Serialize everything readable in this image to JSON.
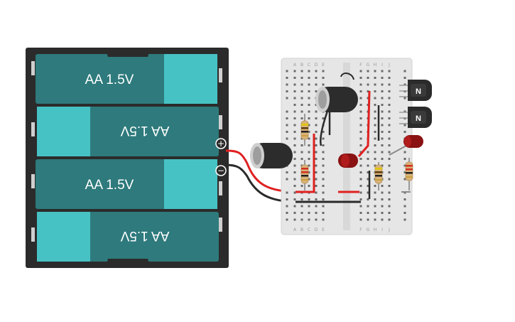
{
  "battery_pack": {
    "cells": [
      {
        "label": "AA 1.5V",
        "orientation": "normal"
      },
      {
        "label": "AA 1.5V",
        "orientation": "flipped"
      },
      {
        "label": "AA 1.5V",
        "orientation": "normal"
      },
      {
        "label": "AA 1.5V",
        "orientation": "flipped"
      }
    ],
    "plus_symbol": "+",
    "minus_symbol": "−"
  },
  "breadboard": {
    "column_letters_left": [
      "A",
      "B",
      "C",
      "D",
      "E"
    ],
    "column_letters_right": [
      "F",
      "G",
      "H",
      "I",
      "J"
    ]
  },
  "transistors": [
    {
      "label": "N"
    },
    {
      "label": "N"
    }
  ],
  "colors": {
    "battery_case": "#2b2b2b",
    "cell_body": "#2e7a7c",
    "cell_cap": "#47c2c4",
    "breadboard": "#e6e6e6",
    "wire_red": "#e02020",
    "wire_black": "#2a2a2a",
    "led_red": "#8a1212"
  }
}
